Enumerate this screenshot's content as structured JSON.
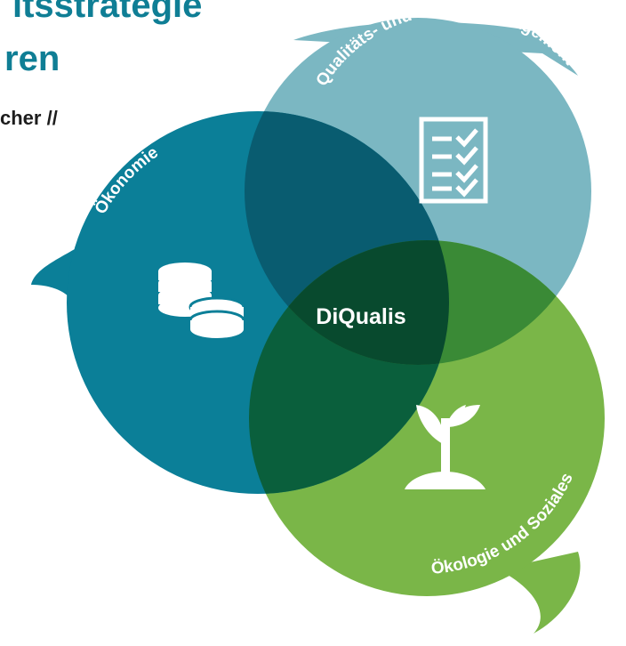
{
  "header": {
    "line1": "itsstrategie",
    "line2": "ren",
    "line3": "cher //"
  },
  "diagram": {
    "center_label": "DiQualis",
    "circles": [
      {
        "label": "Ökonomie",
        "color": "#0b7f98",
        "icon": "coins-icon"
      },
      {
        "label": "Qualitäts- und Changemanagement",
        "color": "#7bb7c2",
        "icon": "checklist-icon"
      },
      {
        "label": "Ökologie und Soziales",
        "color": "#7ab648",
        "icon": "plant-sprout-icon"
      }
    ],
    "overlap_colors": {
      "economy_quality": "#095c70",
      "economy_ecology": "#0a5f3c",
      "quality_ecology": "#3a8a36",
      "center": "#084a2e"
    }
  }
}
